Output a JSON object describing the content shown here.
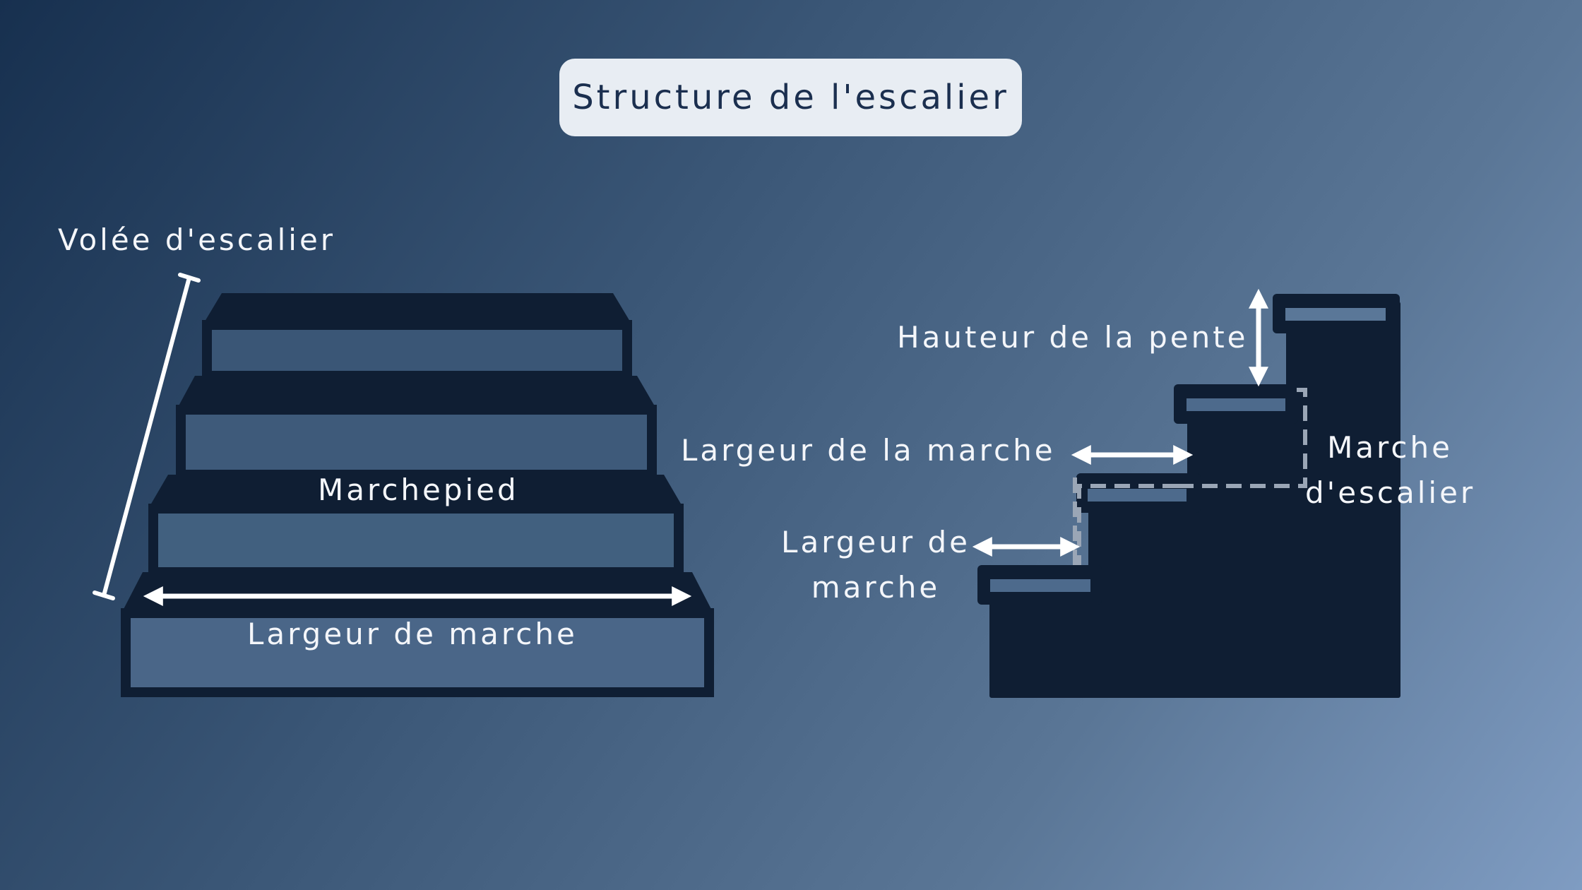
{
  "title": "Structure de l'escalier",
  "front_view": {
    "flight_label": "Volée d'escalier",
    "tread_label": "Marchepied",
    "width_label": "Largeur de marche"
  },
  "side_view": {
    "rise_label": "Hauteur de la pente",
    "tread_width_label": "Largeur de la marche",
    "step_label_line1": "Marche",
    "step_label_line2": "d'escalier",
    "step_width_label_line1": "Largeur de",
    "step_width_label_line2": "marche"
  },
  "colors": {
    "background_start": "#17304f",
    "background_end": "#7f9cc2",
    "stair_dark": "#0f1e33",
    "stair_riser_fill": "#3e5a7a",
    "annotation": "#ffffff",
    "title_box": "#e8edf3",
    "title_text": "#1b2f4f"
  }
}
